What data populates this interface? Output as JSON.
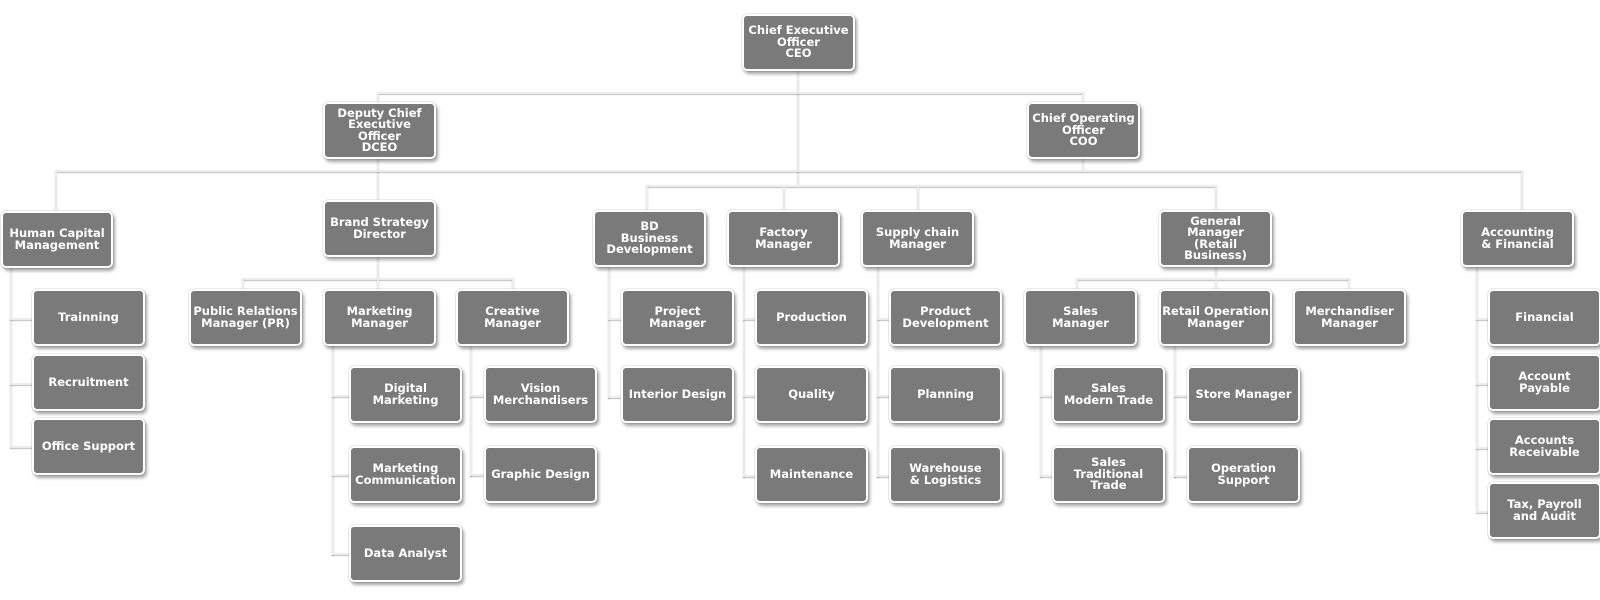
{
  "diagram": {
    "type": "org-chart",
    "colors": {
      "box_fill": "#7a7a7a",
      "box_border": "#ffffff",
      "text": "#ffffff",
      "connector": "#ececec"
    },
    "nodes": {
      "ceo": "Chief Executive\nOfficer\nCEO",
      "dceo": "Deputy Chief\nExecutive Officer\nDCEO",
      "coo": "Chief Operating\nOfficer\nCOO",
      "hcm": "Human Capital\nManagement",
      "hcm_training": "Trainning",
      "hcm_recruitment": "Recruitment",
      "hcm_office": "Office Support",
      "brand": "Brand Strategy\nDirector",
      "pr": "Public Relations\nManager (PR)",
      "marketing": "Marketing\nManager",
      "mkt_digital": "Digital\nMarketing",
      "mkt_comm": "Marketing\nCommunication",
      "mkt_data": "Data Analyst",
      "creative": "Creative\nManager",
      "cre_vision": "Vision\nMerchandisers",
      "cre_graphic": "Graphic Design",
      "bd": "BD\nBusiness\nDevelopment",
      "bd_project": "Project\nManager",
      "bd_interior": "Interior Design",
      "factory": "Factory\nManager",
      "fac_production": "Production",
      "fac_quality": "Quality",
      "fac_maintenance": "Maintenance",
      "supply": "Supply chain\nManager",
      "sup_product": "Product\nDevelopment",
      "sup_planning": "Planning",
      "sup_warehouse": "Warehouse\n& Logistics",
      "gm": "General Manager\n(Retail Business)",
      "sales": "Sales\nManager",
      "sales_modern": "Sales\nModern Trade",
      "sales_traditional": "Sales\nTraditional Trade",
      "retail_ops": "Retail Operation\nManager",
      "ops_store": "Store Manager",
      "ops_support": "Operation\nSupport",
      "merch": "Merchandiser\nManager",
      "acct": "Accounting\n& Financial",
      "acct_financial": "Financial",
      "acct_payable": "Account\nPayable",
      "acct_receivable": "Accounts\nReceivable",
      "acct_tax": "Tax, Payroll\nand Audit"
    }
  }
}
